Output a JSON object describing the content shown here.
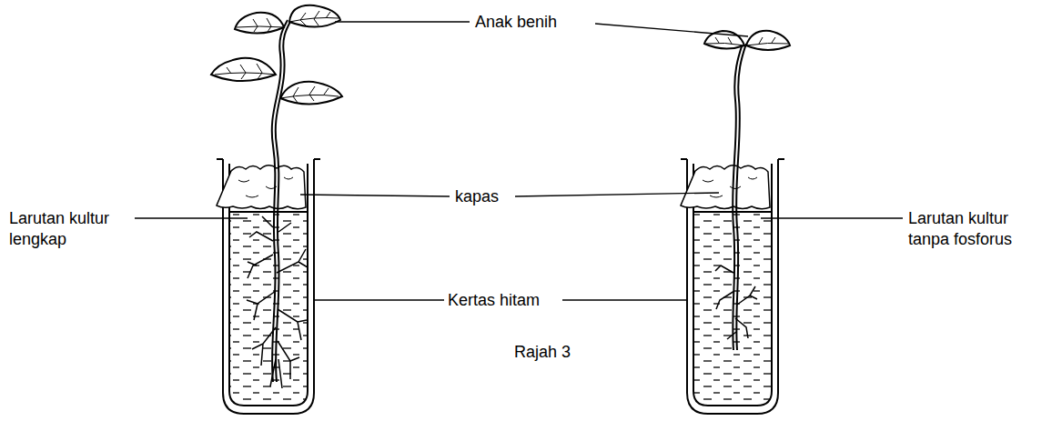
{
  "diagram": {
    "caption": "Rajah 3",
    "labels": [
      "Anak benih",
      "kapas",
      "Larutan kultur lengkap",
      "Kertas hitam",
      "Larutan kultur tanpa fosforus"
    ]
  }
}
